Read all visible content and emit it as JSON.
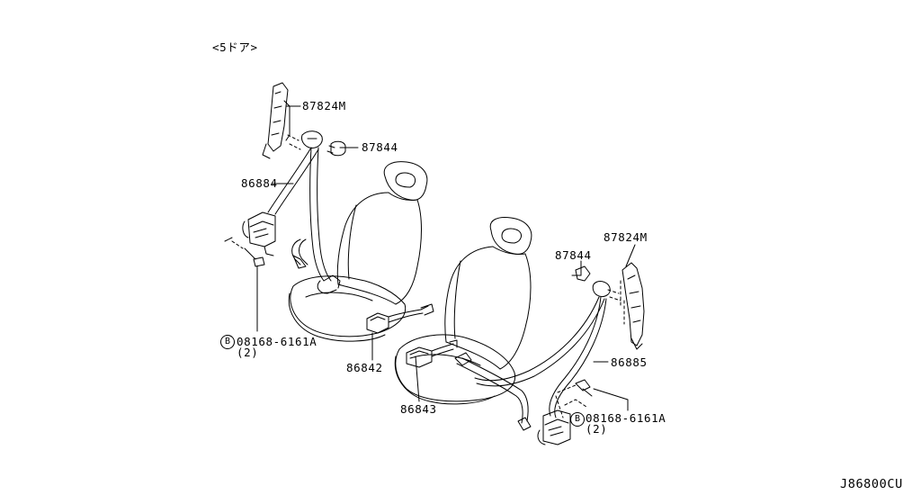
{
  "variant_note": "<5ドア>",
  "footer_code": "J86800CU",
  "bolt_symbol": "B",
  "parts": {
    "bracket_left": "87824M",
    "cover_left": "87844",
    "belt_front_left": "86884",
    "bolt_left": "08168-6161A",
    "bolt_left_qty": "(2)",
    "buckle_1": "86842",
    "buckle_2": "86843",
    "cover_right": "87844",
    "bracket_right": "87824M",
    "belt_front_right": "86885",
    "bolt_right": "08168-6161A",
    "bolt_right_qty": "(2)"
  },
  "colors": {
    "line": "#000000",
    "background": "#ffffff"
  }
}
